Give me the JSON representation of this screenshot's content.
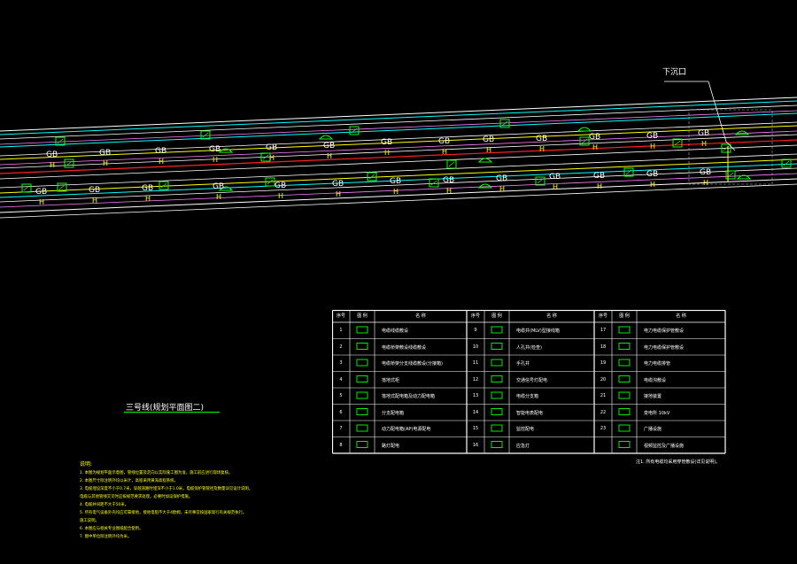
{
  "drawing": {
    "title": "三号线(规划平面图二)",
    "callout": "下沉口",
    "pipe_tags": {
      "gb": "GB",
      "h": "H"
    }
  },
  "legend": {
    "headers": {
      "no": "序号",
      "icon": "图 例",
      "name": "名 称"
    },
    "rows": [
      {
        "no": "1",
        "name": "电缆线缆敷设"
      },
      {
        "no": "2",
        "name": "电缆桥架敷设线缆敷设"
      },
      {
        "no": "3",
        "name": "电缆桥架分支线缆敷设(分接箱)"
      },
      {
        "no": "4",
        "name": "落地式柜"
      },
      {
        "no": "5",
        "name": "落地式配电箱及动力配电箱"
      },
      {
        "no": "6",
        "name": "分支配电箱"
      },
      {
        "no": "7",
        "name": "动力配电箱(AP)电源配电"
      },
      {
        "no": "8",
        "name": "路灯配电"
      },
      {
        "no": "9",
        "name": "电缆井(MLV)型接线箱"
      },
      {
        "no": "10",
        "name": "人孔井(检查)"
      },
      {
        "no": "11",
        "name": "手孔井"
      },
      {
        "no": "12",
        "name": "交通信号灯配电"
      },
      {
        "no": "13",
        "name": "电缆分支箱"
      },
      {
        "no": "14",
        "name": "智能电表配电"
      },
      {
        "no": "15",
        "name": "监控配电"
      },
      {
        "no": "16",
        "name": "应急灯"
      },
      {
        "no": "17",
        "name": "电力电缆保护管敷设"
      },
      {
        "no": "18",
        "name": "电力电缆保护管敷设"
      },
      {
        "no": "19",
        "name": "电力电缆排管"
      },
      {
        "no": "20",
        "name": "电缆沟敷设"
      },
      {
        "no": "21",
        "name": "接地装置"
      },
      {
        "no": "22",
        "name": "变电所 10kV"
      },
      {
        "no": "23",
        "name": "广播设施"
      },
      {
        "no": "",
        "name": "视频监控及广播设施"
      }
    ],
    "footnote": "注1. 所有电缆均采用穿管敷设(详见说明)。"
  },
  "notes": {
    "title": "说明:",
    "items": [
      "1. 本图为规划平面示意图，管线位置及走向以实际施工图为准，施工前应进行现场复核。",
      "2. 本图尺寸除注明外均以米计，高程采用黄海高程系统。",
      "3. 电缆埋设深度不小于0.7米，穿越道路时埋深不小于1.0米，电缆保护管管径及数量详见设计说明。",
      "   电缆与其他管线交叉时应按规范要求处理，必要时加设保护措施。",
      "4. 电缆井间距不大于50米。",
      "5. 所有电气设备外壳均应可靠接地，接地电阻不大于4欧姆，未尽事宜按国家现行有关规范执行。",
      "   施工说明。",
      "6. 本图应与相关专业图纸配合使用。",
      "7. 图中单位除注明外均为米。"
    ]
  },
  "colors": {
    "background": "#000000",
    "accent": "#00ff00",
    "cyan": "#00ffff",
    "yellow": "#ffff00",
    "red": "#ff2020",
    "pink": "#ff80ff",
    "white": "#ffffff"
  }
}
